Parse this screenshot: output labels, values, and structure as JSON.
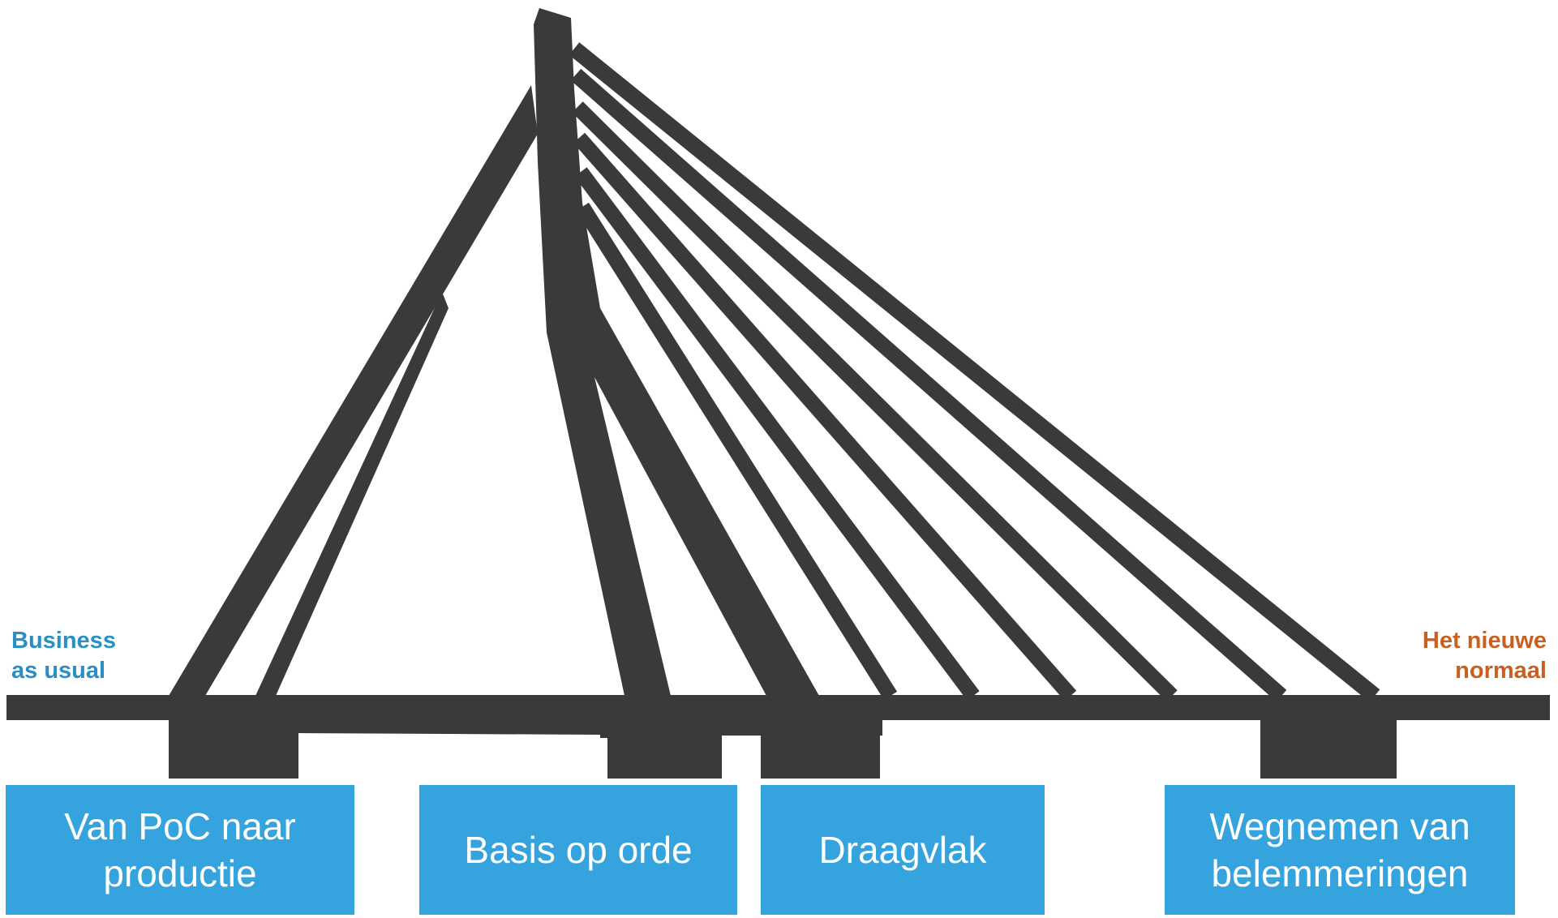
{
  "colors": {
    "bridge": "#3a3a3a",
    "box_fill": "#35a3dd",
    "box_text": "#ffffff",
    "left_label": "#2a8fc4",
    "right_label": "#c9601f",
    "background": "#ffffff"
  },
  "labels": {
    "left": [
      "Business",
      "as usual"
    ],
    "right": [
      "Het nieuwe",
      "normaal"
    ]
  },
  "pillars": [
    {
      "lines": [
        "Van PoC naar",
        "productie"
      ]
    },
    {
      "lines": [
        "Basis op orde"
      ]
    },
    {
      "lines": [
        "Draagvlak"
      ]
    },
    {
      "lines": [
        "Wegnemen van",
        "belemmeringen"
      ]
    }
  ]
}
